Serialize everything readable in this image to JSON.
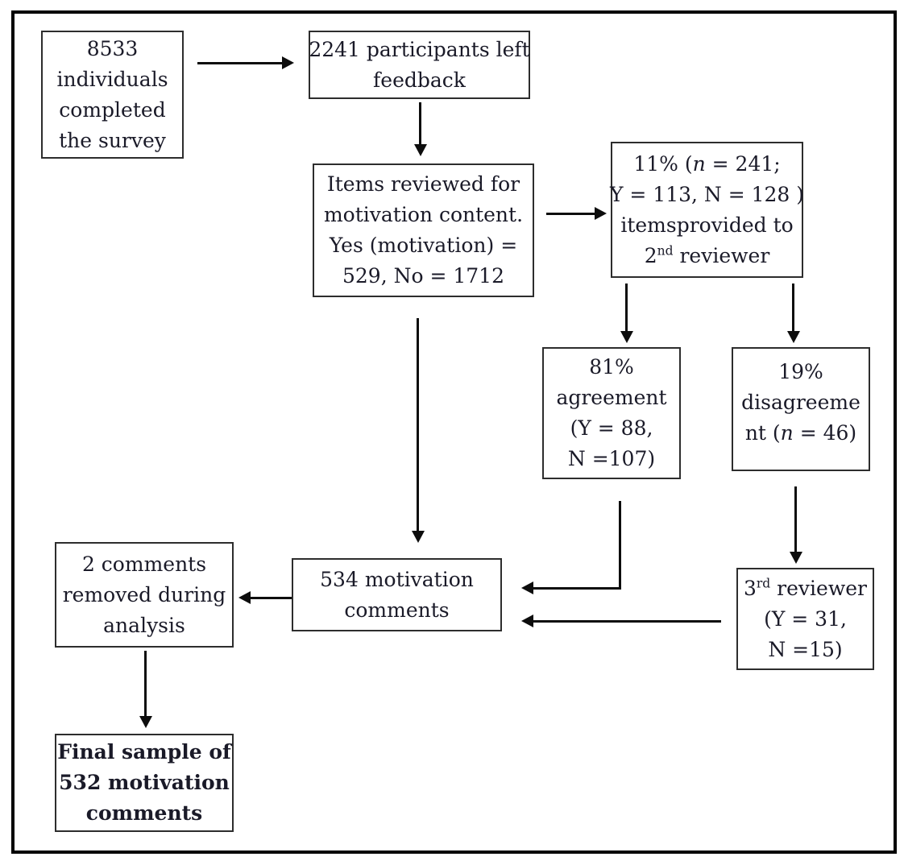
{
  "figure": {
    "type": "flowchart",
    "description": "Survey feedback motivation-comment screening flow diagram"
  },
  "colors": {
    "text": "#1a1a28",
    "box_border": "#2d2d2d",
    "outer_border": "#000000",
    "arrow": "#0d0d0d",
    "background": "#ffffff"
  },
  "boxes": {
    "survey": {
      "lines": [
        "8533",
        "individuals",
        "completed",
        "the survey"
      ]
    },
    "feedback": {
      "lines": [
        "2241 participants left",
        "feedback"
      ]
    },
    "review": {
      "lines": [
        "Items reviewed for",
        "motivation content.",
        "Yes (motivation) =",
        "529, No = 1712"
      ]
    },
    "second_reviewer": {
      "line1_pre": "11% (",
      "line1_italic": "n",
      "line1_post": " = 241;",
      "line2": "Y = 113, N = 128 )",
      "line3": "itemsprovided to",
      "line4_num": "2",
      "line4_sup": "nd",
      "line4_rest": " reviewer"
    },
    "agreement": {
      "lines": [
        "81%",
        "agreement",
        "(Y = 88,",
        "N =107)"
      ]
    },
    "disagreement": {
      "line1": "19%",
      "line2": "disagreeme",
      "line3_pre": "nt (",
      "line3_italic": "n",
      "line3_post": " = 46)"
    },
    "comments_534": {
      "lines": [
        "534 motivation",
        "comments"
      ]
    },
    "third_reviewer": {
      "line1_num": "3",
      "line1_sup": "rd",
      "line1_rest": " reviewer",
      "line2": "(Y = 31,",
      "line3": "N =15)"
    },
    "removed": {
      "lines": [
        "2 comments",
        "removed during",
        "analysis"
      ]
    },
    "final_sample": {
      "lines": [
        "Final sample of",
        "532 motivation",
        "comments"
      ]
    }
  },
  "edges": [
    {
      "from": "survey",
      "to": "feedback"
    },
    {
      "from": "feedback",
      "to": "review"
    },
    {
      "from": "review",
      "to": "second_reviewer"
    },
    {
      "from": "second_reviewer",
      "to": "agreement"
    },
    {
      "from": "second_reviewer",
      "to": "disagreement"
    },
    {
      "from": "disagreement",
      "to": "third_reviewer"
    },
    {
      "from": "review",
      "to": "comments_534"
    },
    {
      "from": "agreement",
      "to": "comments_534"
    },
    {
      "from": "third_reviewer",
      "to": "comments_534"
    },
    {
      "from": "comments_534",
      "to": "removed"
    },
    {
      "from": "removed",
      "to": "final_sample"
    }
  ]
}
